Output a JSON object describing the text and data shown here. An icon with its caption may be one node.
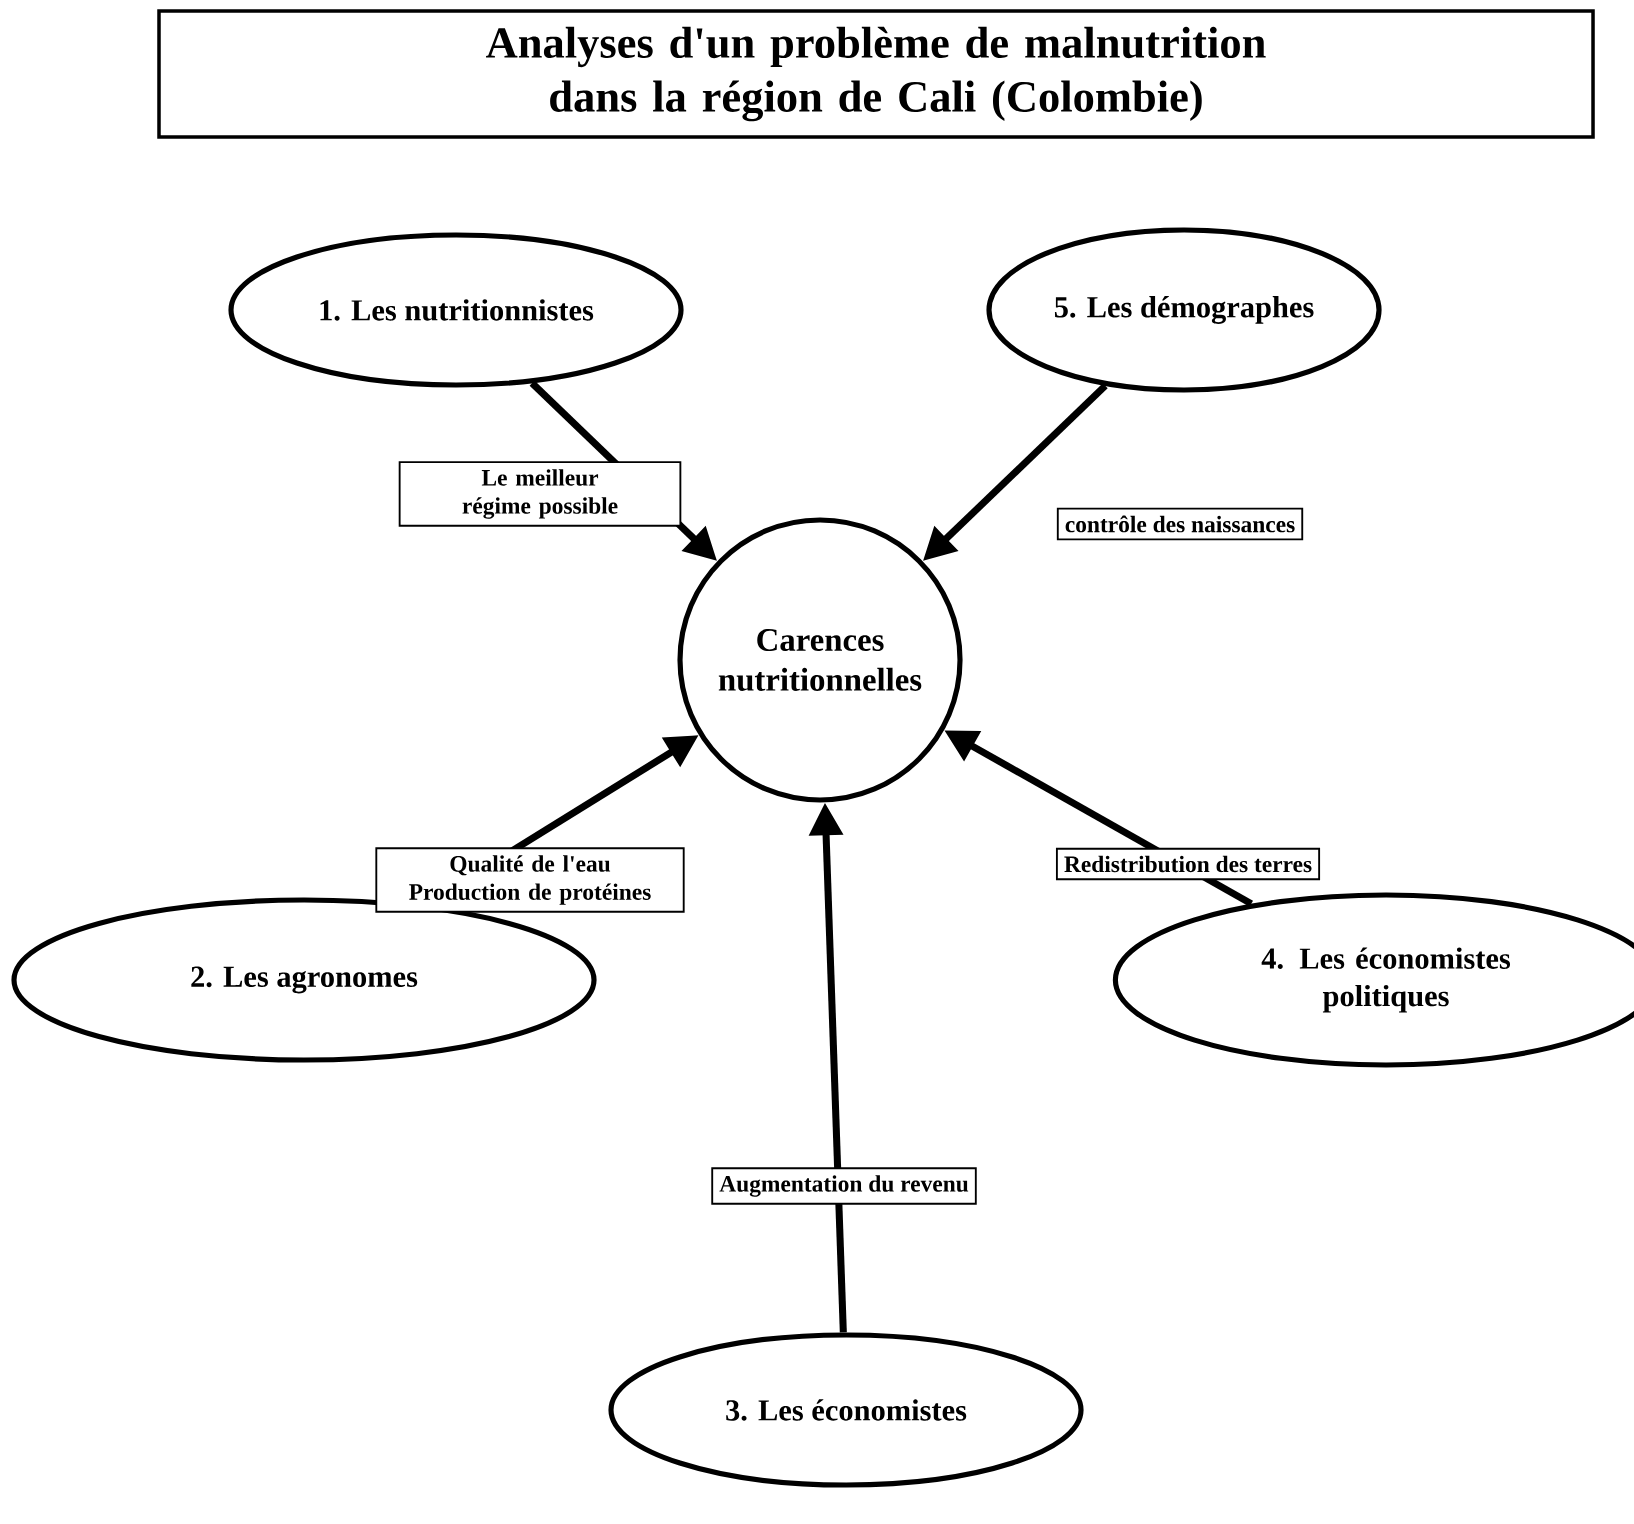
{
  "diagram": {
    "title": "Analyses d'un problème de malnutrition dans la région de Cali (Colombie)",
    "nodes": [
      {
        "text": [
          "1. Les nutritionnistes"
        ]
      },
      {
        "text": [
          "5. Les démographes"
        ]
      },
      {
        "text": [
          "Carences nutritionnelles"
        ]
      },
      {
        "text": [
          "2. Les agronomes"
        ]
      },
      {
        "text": [
          "4. Les économistes politiques"
        ]
      },
      {
        "text": [
          "3. Les économistes"
        ]
      }
    ],
    "edges": [
      {
        "from": 0,
        "to": 2,
        "arrow": "to",
        "label": "Le meilleur régime possible"
      },
      {
        "from": 1,
        "to": 2,
        "arrow": "to",
        "label": "contrôle des naissances"
      },
      {
        "from": 3,
        "to": 2,
        "arrow": "to",
        "label": "Qualité de l'eau Production de protéines"
      },
      {
        "from": 4,
        "to": 2,
        "arrow": "to",
        "label": "Redistribution des terres"
      },
      {
        "from": 5,
        "to": 2,
        "arrow": "to",
        "label": "Augmentation du revenu"
      }
    ]
  }
}
